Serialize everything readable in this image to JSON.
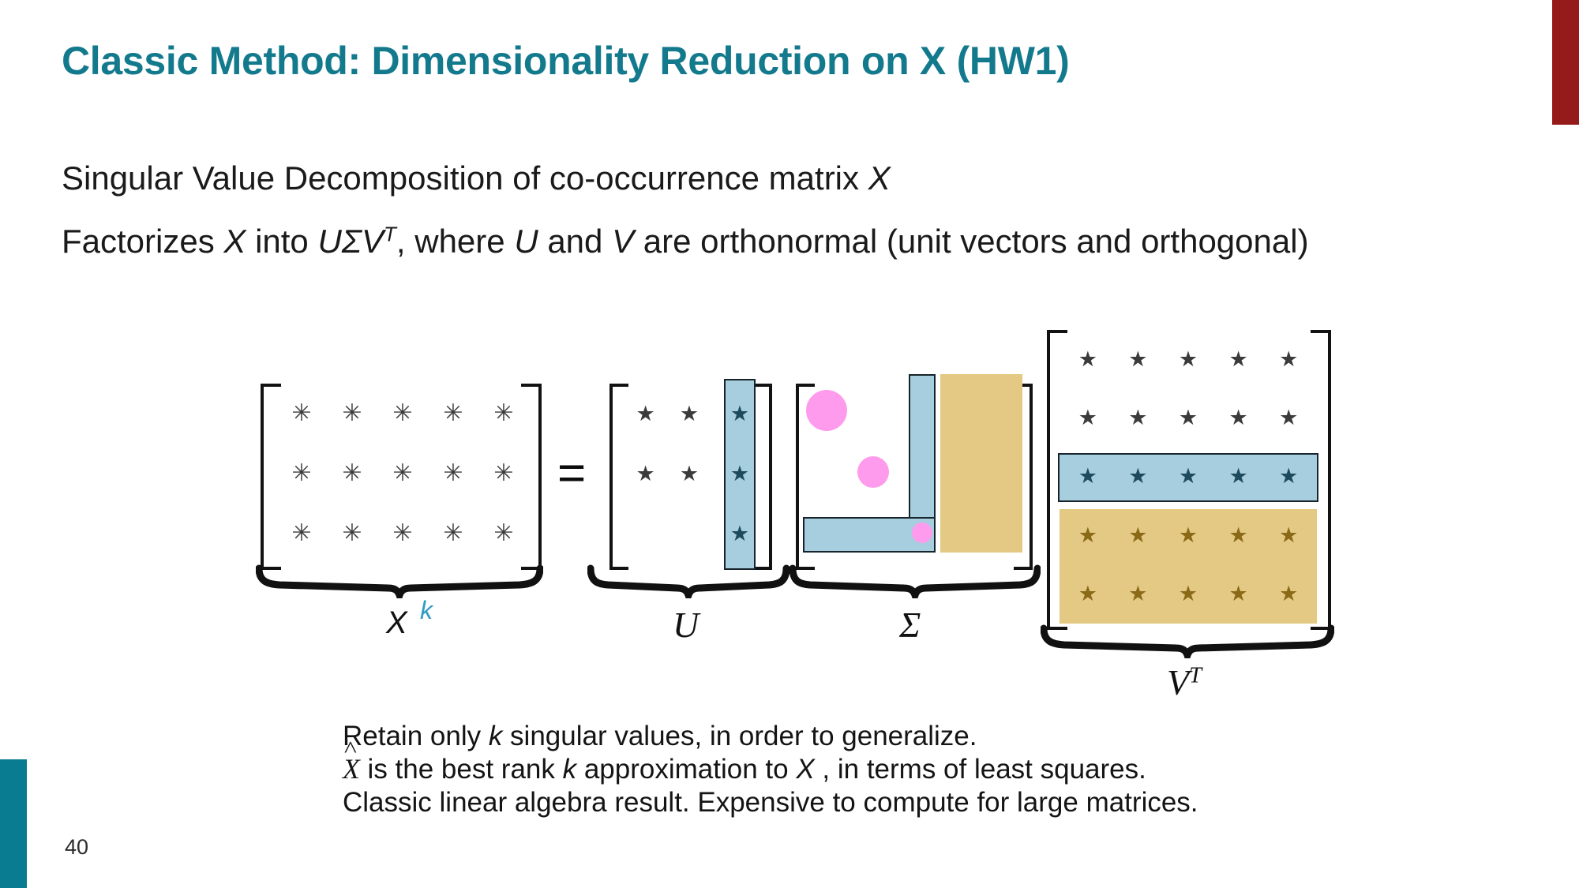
{
  "slide": {
    "title": "Classic Method: Dimensionality Reduction on X (HW1)",
    "page_number": "40",
    "accent_teal": "#137A8D",
    "accent_red": "#951B1B",
    "accent_blue_highlight": "#A7CEDE",
    "accent_gold_highlight": "#E3C983",
    "accent_pink": "#FF9BEC",
    "accent_k_blue": "#2E9BC4",
    "background": "#FFFFFF"
  },
  "body": {
    "line1_pre": "Singular Value Decomposition of co-occurrence matrix ",
    "line1_italic": "X",
    "line2_a": "Factorizes ",
    "line2_italic_x": "X",
    "line2_b": " into ",
    "line2_italic_usv": "UΣV",
    "line2_sup": "T",
    "line2_c": ", where ",
    "line2_italic_u": "U",
    "line2_d": " and ",
    "line2_italic_v": "V",
    "line2_e": " are orthonormal (unit vectors and orthogonal)"
  },
  "notes": {
    "line1_a": "Retain only ",
    "line1_k": "k",
    "line1_b": " singular values, in order to generalize.",
    "line2_hat": "X",
    "line2_a": " is the best rank ",
    "line2_k": "k",
    "line2_b": " approximation to ",
    "line2_x": "X",
    "line2_c": " , in terms of least squares.",
    "line3": "Classic linear algebra result. Expensive to compute for large matrices."
  },
  "diagram": {
    "equals": "=",
    "matrices": [
      {
        "name": "X",
        "label": "X",
        "label_superscript": "k",
        "rows": 3,
        "cols": 5,
        "glyph": "✳",
        "brace": true
      },
      {
        "name": "U",
        "label": "U",
        "rows": 3,
        "cols": 3,
        "glyph": "★",
        "highlight_column": 3,
        "highlight_color": "#A7CEDE",
        "brace": true
      },
      {
        "name": "Sigma",
        "label": "Σ",
        "rows": 3,
        "cols": 3,
        "diagonal_circles": 3,
        "circle_color": "#FF9BEC",
        "highlight_column": 3,
        "highlight_row": 3,
        "highlight_color": "#A7CEDE",
        "gold_overlay": true,
        "gold_color": "#E3C983",
        "brace": true
      },
      {
        "name": "VT",
        "label": "V",
        "label_superscript": "T",
        "rows": 5,
        "cols": 5,
        "glyph": "★",
        "highlight_row": 3,
        "highlight_color": "#A7CEDE",
        "gold_rows": [
          4,
          5
        ],
        "gold_color": "#E3C983",
        "brace": true
      }
    ]
  }
}
